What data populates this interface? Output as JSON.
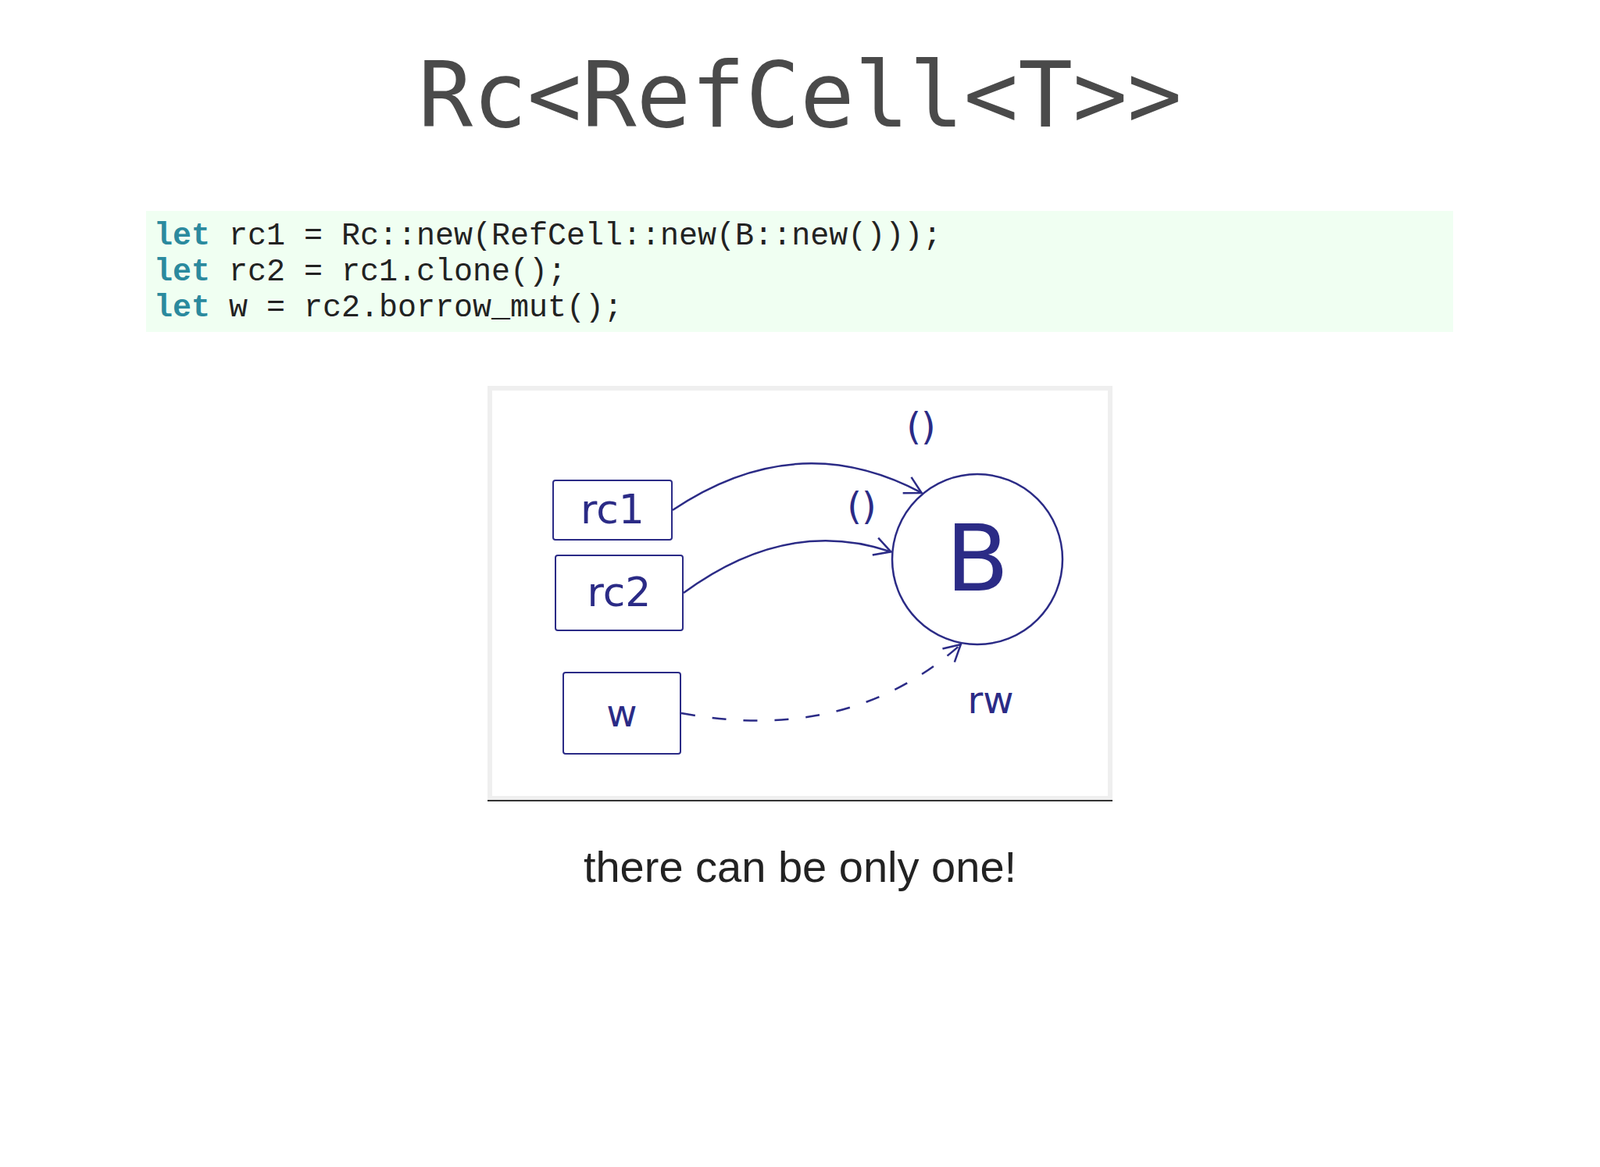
{
  "diagram": {
    "title": "Rc<RefCell<T>>",
    "caption": "there can be only one!",
    "nodes": [
      {
        "text": [
          "rc1"
        ]
      },
      {
        "text": [
          "rc2"
        ]
      },
      {
        "text": [
          "w"
        ]
      },
      {
        "text": [
          "B"
        ]
      }
    ],
    "edges": [
      {
        "from": 0,
        "to": 3,
        "arrow": "to",
        "label": "()"
      },
      {
        "from": 1,
        "to": 3,
        "arrow": "to",
        "label": "()"
      },
      {
        "from": 2,
        "to": 3,
        "arrow": "to",
        "label": "rw"
      }
    ],
    "labels": [
      "let",
      "rc1 = Rc::new(RefCell::new(B::new()));",
      "let",
      "rc2 = rc1.clone();",
      "let",
      "w = rc2.borrow_mut();"
    ]
  }
}
